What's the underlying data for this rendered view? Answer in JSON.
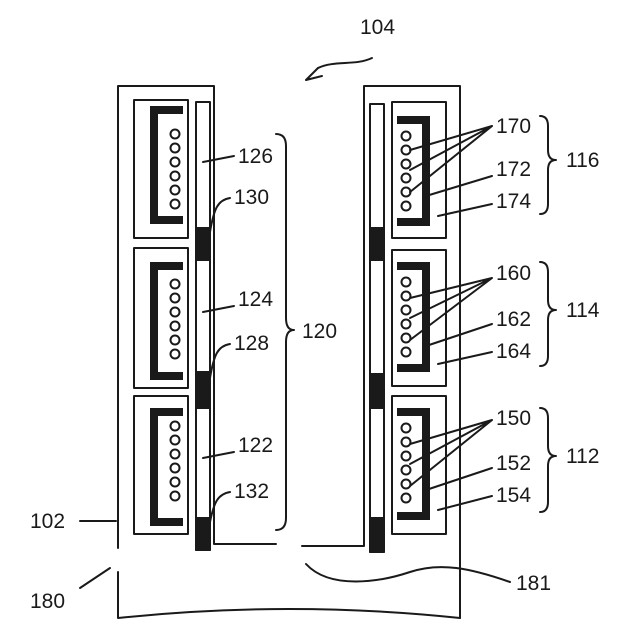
{
  "labels": {
    "assembly": "104",
    "housing": "102",
    "opening": "180",
    "gap": "181",
    "group": "120",
    "upper_shield": "126",
    "middle_shield": "124",
    "lower_shield": "122",
    "upper_spacer": "130",
    "middle_spacer": "128",
    "lower_spacer": "132",
    "top_coil": "170",
    "top_core": "172",
    "top_frame": "174",
    "top_unit": "116",
    "mid_coil": "160",
    "mid_core": "162",
    "mid_frame": "164",
    "mid_unit": "114",
    "bot_coil": "150",
    "bot_core": "152",
    "bot_frame": "154",
    "bot_unit": "112"
  },
  "colors": {
    "line": "#1a1a1a",
    "background": "#ffffff"
  }
}
